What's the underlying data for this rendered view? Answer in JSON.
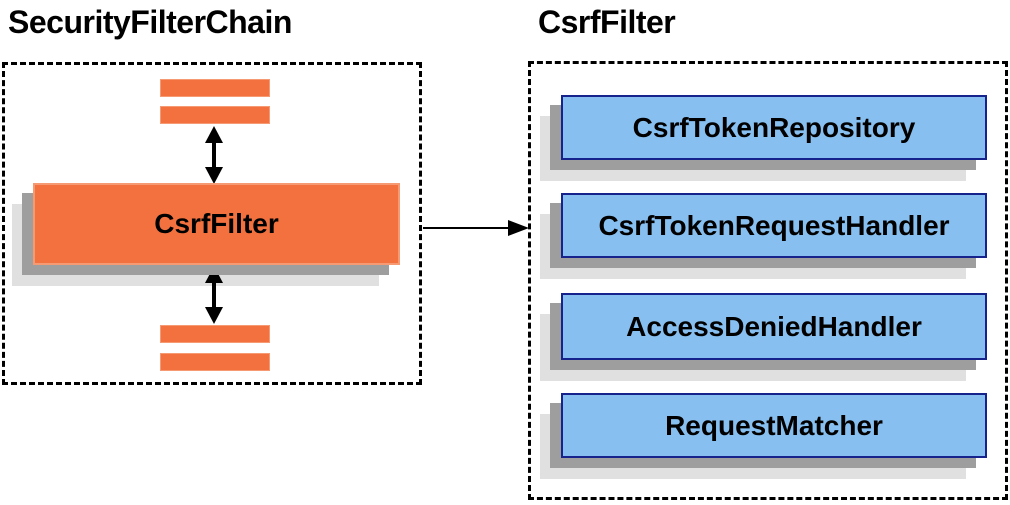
{
  "diagram": {
    "left_panel": {
      "title": "SecurityFilterChain",
      "filter_box": {
        "label": "CsrfFilter"
      }
    },
    "right_panel": {
      "title": "CsrfFilter",
      "components": [
        {
          "label": "CsrfTokenRepository"
        },
        {
          "label": "CsrfTokenRequestHandler"
        },
        {
          "label": "AccessDeniedHandler"
        },
        {
          "label": "RequestMatcher"
        }
      ]
    },
    "colors": {
      "orange_fill": "#F2713E",
      "orange_border": "#F59A73",
      "blue_fill": "#87BFF0",
      "blue_border": "#17238C",
      "shadow_dark": "#9E9E9E",
      "shadow_light": "#E0E0E0",
      "line": "#000000"
    }
  }
}
